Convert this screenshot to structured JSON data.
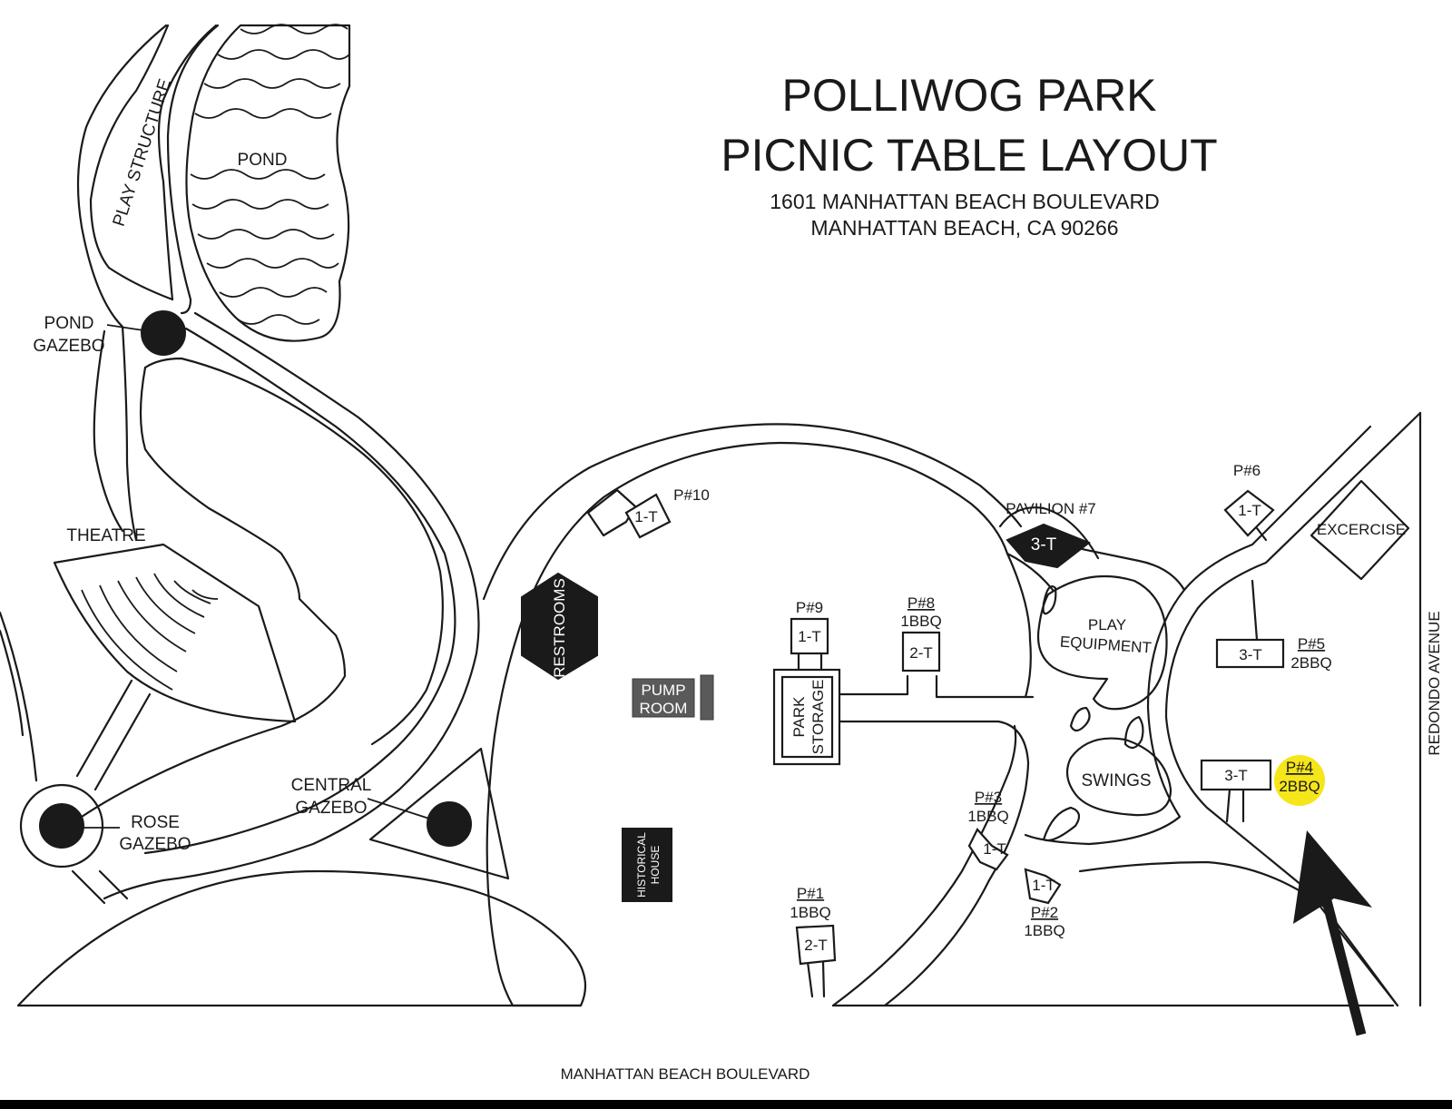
{
  "map": {
    "title_line1": "POLLIWOG PARK",
    "title_line2": "PICNIC TABLE LAYOUT",
    "address_line1": "1601 MANHATTAN BEACH BOULEVARD",
    "address_line2": "MANHATTAN BEACH, CA 90266",
    "streets": {
      "south": "MANHATTAN BEACH BOULEVARD",
      "east": "REDONDO AVENUE"
    },
    "features": {
      "play_structure": "PLAY STRUCTURE",
      "pond": "POND",
      "pond_gazebo_1": "POND",
      "pond_gazebo_2": "GAZEBO",
      "theatre": "THEATRE",
      "rose_gazebo_1": "ROSE",
      "rose_gazebo_2": "GAZEBO",
      "central_gazebo_1": "CENTRAL",
      "central_gazebo_2": "GAZEBO",
      "restrooms": "RESTROOMS",
      "pump_room_1": "PUMP",
      "pump_room_2": "ROOM",
      "historical_house_1": "HISTORICAL",
      "historical_house_2": "HOUSE",
      "park_storage_1": "PARK",
      "park_storage_2": "STORAGE",
      "pavilion": "PAVILION #7",
      "play_equipment_1": "PLAY",
      "play_equipment_2": "EQUIPMENT",
      "swings": "SWINGS",
      "exercise": "EXCERCISE"
    },
    "picnic_areas": {
      "p1": {
        "label": "P#1",
        "bbq": "1BBQ",
        "tables": "2-T"
      },
      "p2": {
        "label": "P#2",
        "bbq": "1BBQ",
        "tables": "1-T"
      },
      "p3": {
        "label": "P#3",
        "bbq": "1BBQ",
        "tables": "1-T"
      },
      "p4": {
        "label": "P#4",
        "bbq": "2BBQ",
        "tables": "3-T"
      },
      "p5": {
        "label": "P#5",
        "bbq": "2BBQ",
        "tables": "3-T"
      },
      "p6": {
        "label": "P#6",
        "tables": "1-T"
      },
      "p7": {
        "tables": "3-T"
      },
      "p8": {
        "label": "P#8",
        "bbq": "1BBQ",
        "tables": "2-T"
      },
      "p9": {
        "label": "P#9",
        "tables": "1-T"
      },
      "p10": {
        "label": "P#10",
        "tables": "1-T"
      }
    },
    "highlight_color": "#f5e61a",
    "highlighted_area": "P#4"
  }
}
